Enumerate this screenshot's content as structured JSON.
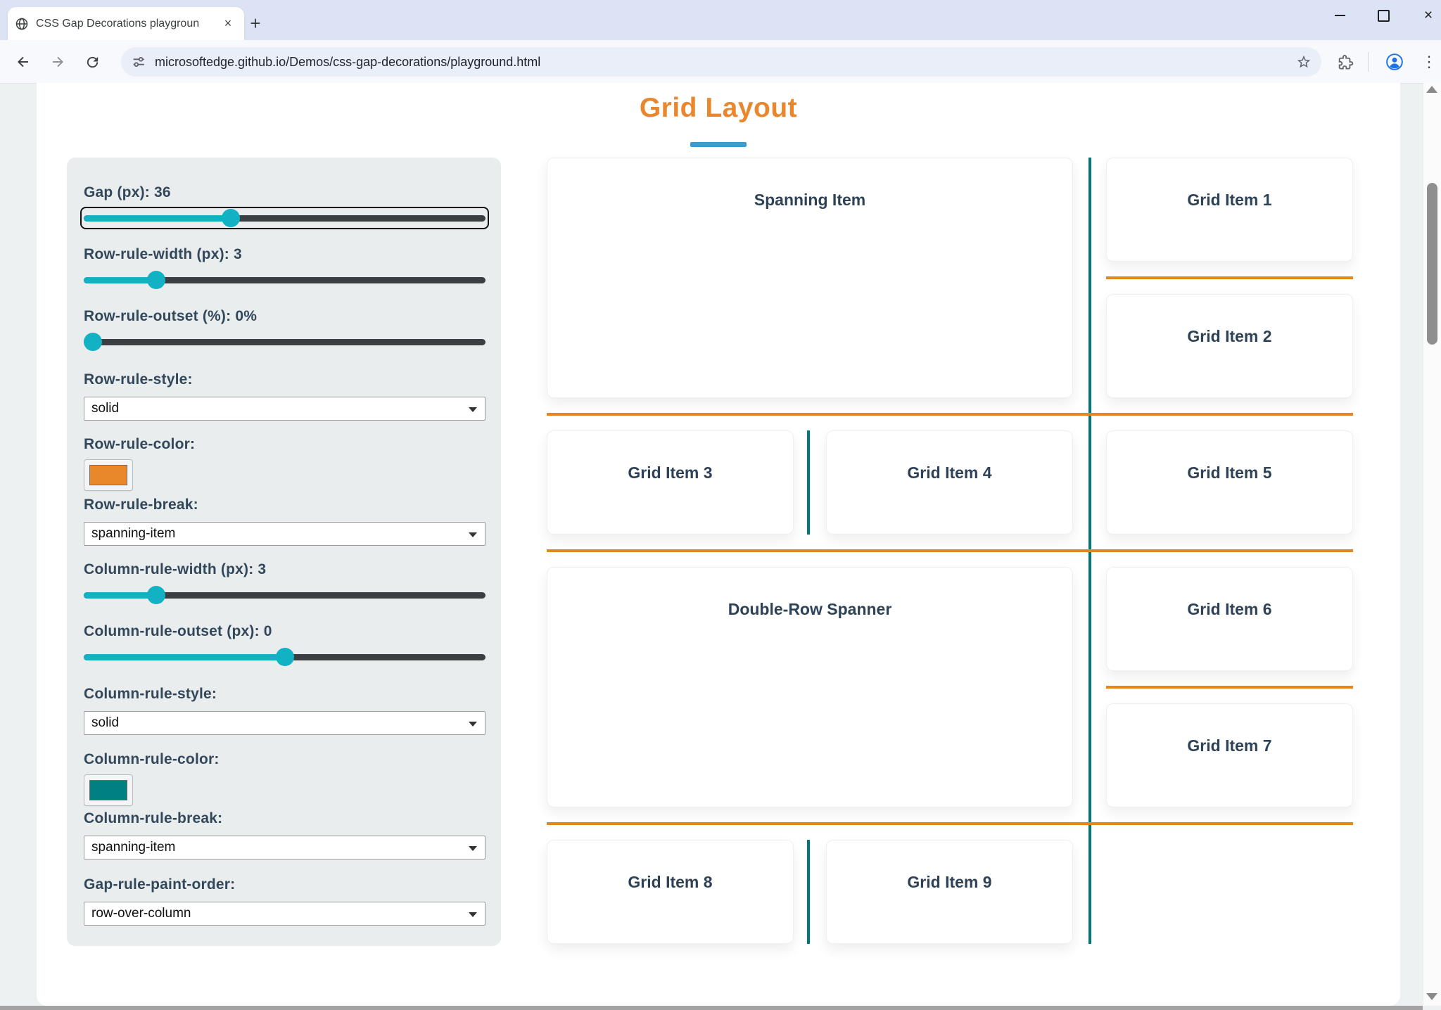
{
  "browser": {
    "tab_title": "CSS Gap Decorations playgroun",
    "url": "microsoftedge.github.io/Demos/css-gap-decorations/playground.html",
    "icons": {
      "close": "×",
      "plus": "+",
      "menu_dots": "⋮",
      "window_close": "×"
    }
  },
  "page": {
    "title": "Grid Layout"
  },
  "controls": [
    {
      "label": "Gap (px): 36",
      "type": "slider",
      "fraction": 0.36,
      "focused": true
    },
    {
      "label": "Row-rule-width (px): 3",
      "type": "slider",
      "fraction": 0.165
    },
    {
      "label": "Row-rule-outset (%): 0%",
      "type": "slider",
      "fraction": 0
    },
    {
      "label": "Row-rule-style:",
      "type": "select",
      "value": "solid"
    },
    {
      "label": "Row-rule-color:",
      "type": "color",
      "value": "#e8882a"
    },
    {
      "label": "Row-rule-break:",
      "type": "select",
      "value": "spanning-item"
    },
    {
      "label": "Column-rule-width (px): 3",
      "type": "slider",
      "fraction": 0.165
    },
    {
      "label": "Column-rule-outset (px): 0",
      "type": "slider",
      "fraction": 0.5
    },
    {
      "label": "Column-rule-style:",
      "type": "select",
      "value": "solid"
    },
    {
      "label": "Column-rule-color:",
      "type": "color",
      "value": "#008080"
    },
    {
      "label": "Column-rule-break:",
      "type": "select",
      "value": "spanning-item"
    },
    {
      "label": "Gap-rule-paint-order:",
      "type": "select",
      "value": "row-over-column"
    }
  ],
  "grid": {
    "items": [
      "Spanning Item",
      "Grid Item 1",
      "Grid Item 2",
      "Grid Item 3",
      "Grid Item 4",
      "Grid Item 5",
      "Double-Row Spanner",
      "Grid Item 6",
      "Grid Item 7",
      "Grid Item 8",
      "Grid Item 9"
    ]
  },
  "colors": {
    "accent_teal": "#12b1c4",
    "rule_orange": "#e5861c",
    "rule_teal": "#00797c",
    "title_orange": "#e8872e",
    "underline_blue": "#3d9ad1",
    "label_navy": "#33475b",
    "card_text": "#2e4257"
  }
}
